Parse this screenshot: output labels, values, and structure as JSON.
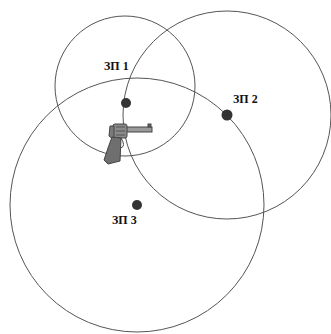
{
  "diagram": {
    "labels": [
      "ЗП 1",
      "ЗП 2",
      "ЗП 3"
    ]
  }
}
